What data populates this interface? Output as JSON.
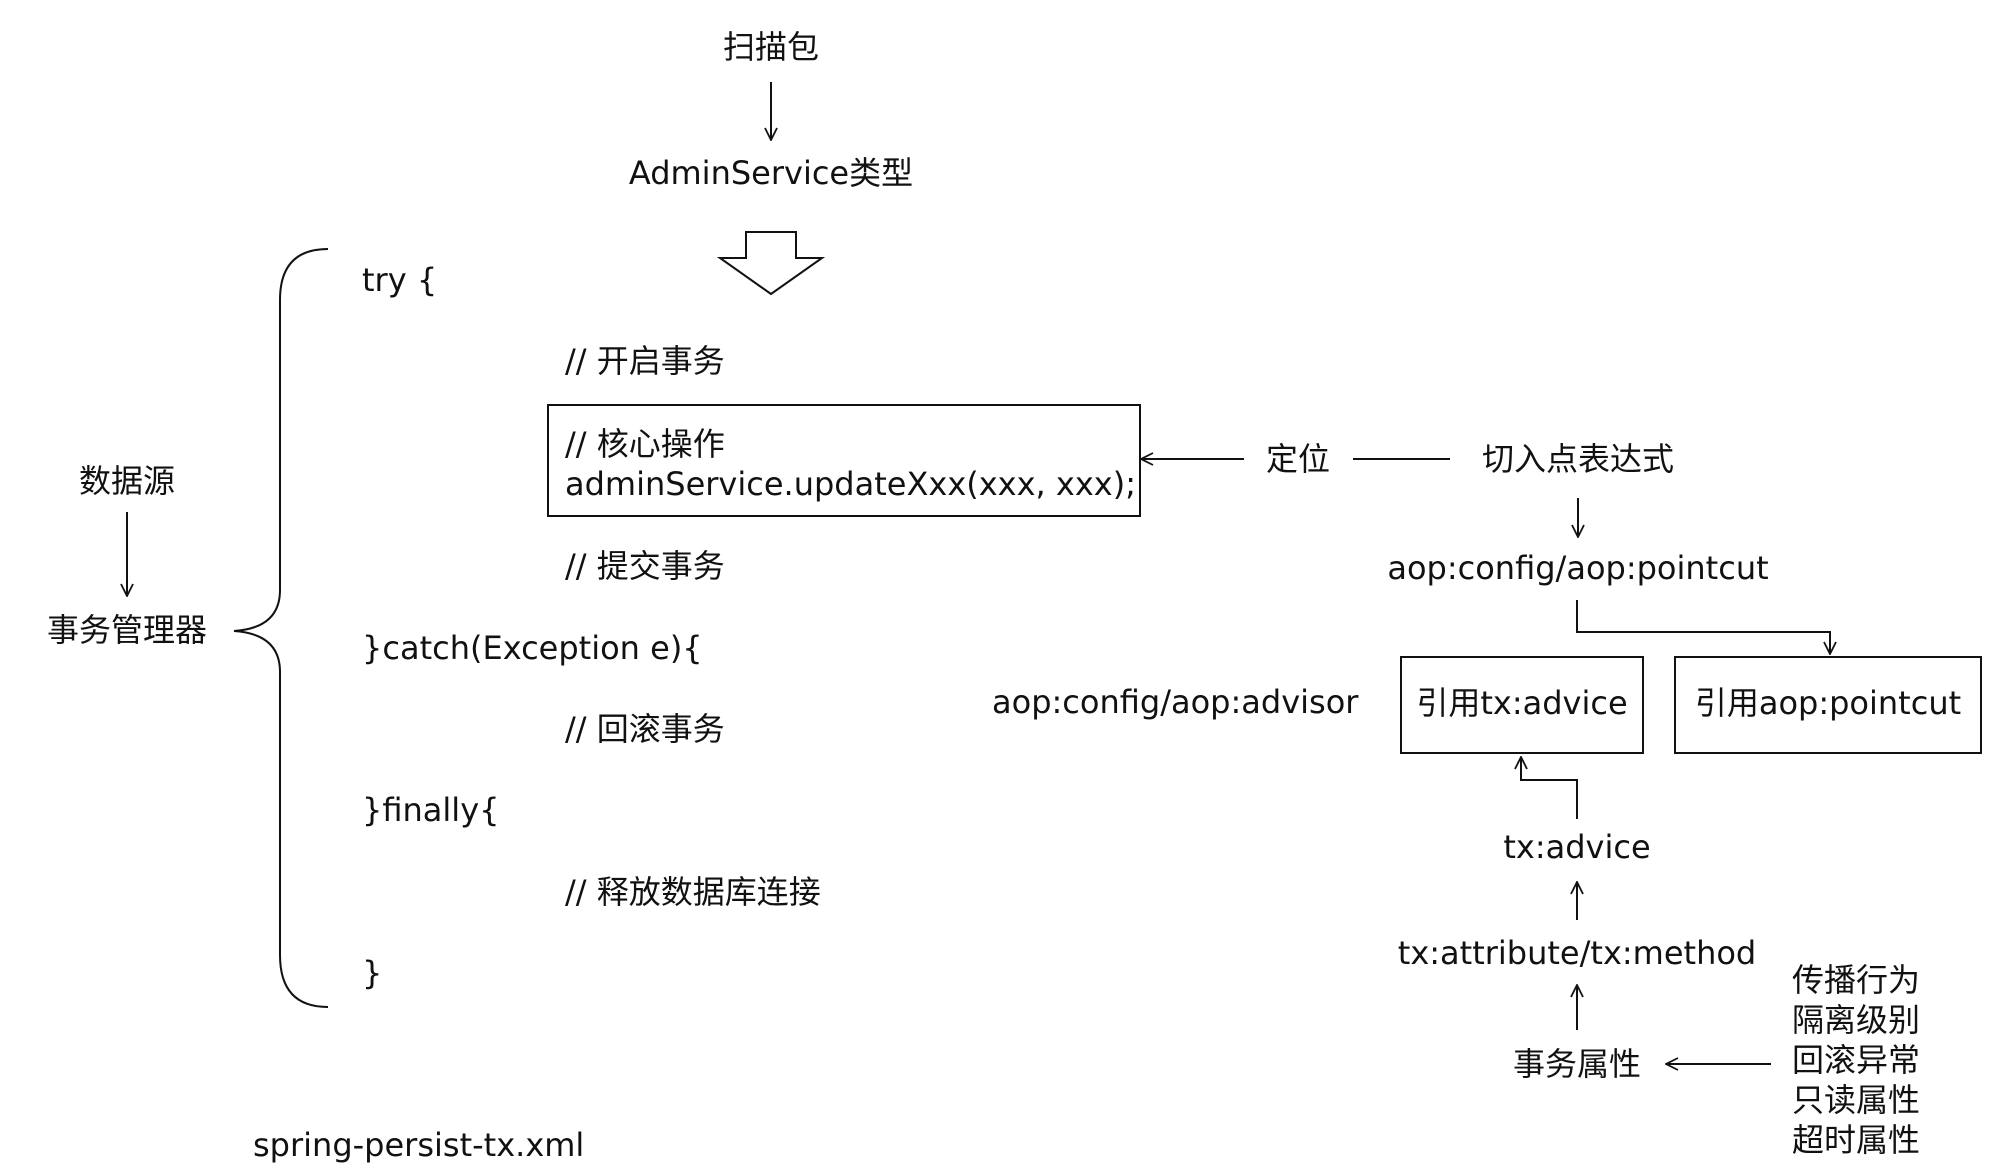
{
  "top": {
    "scan_package": "扫描包",
    "service_type": "AdminService类型"
  },
  "left": {
    "datasource": "数据源",
    "transaction_manager": "事务管理器"
  },
  "code": {
    "try_open": "try {",
    "comment_begin": "// 开启事务",
    "comment_core": "// 核心操作",
    "core_call": "adminService.updateXxx(xxx, xxx);",
    "comment_commit": "// 提交事务",
    "catch_line": "}catch(Exception e){",
    "comment_rollback": "// 回滚事务",
    "finally_line": "}finally{",
    "comment_release": "// 释放数据库连接",
    "close_brace": "}"
  },
  "right": {
    "locate": "定位",
    "pointcut_expression": "切入点表达式",
    "aop_pointcut": "aop:config/aop:pointcut",
    "aop_advisor": "aop:config/aop:advisor",
    "ref_tx_advice": "引用tx:advice",
    "ref_aop_pointcut": "引用aop:pointcut",
    "tx_advice": "tx:advice",
    "tx_attribute_method": "tx:attribute/tx:method",
    "tx_properties": "事务属性",
    "property_list": [
      "传播行为",
      "隔离级别",
      "回滚异常",
      "只读属性",
      "超时属性"
    ]
  },
  "footer": {
    "filename": "spring-persist-tx.xml"
  }
}
